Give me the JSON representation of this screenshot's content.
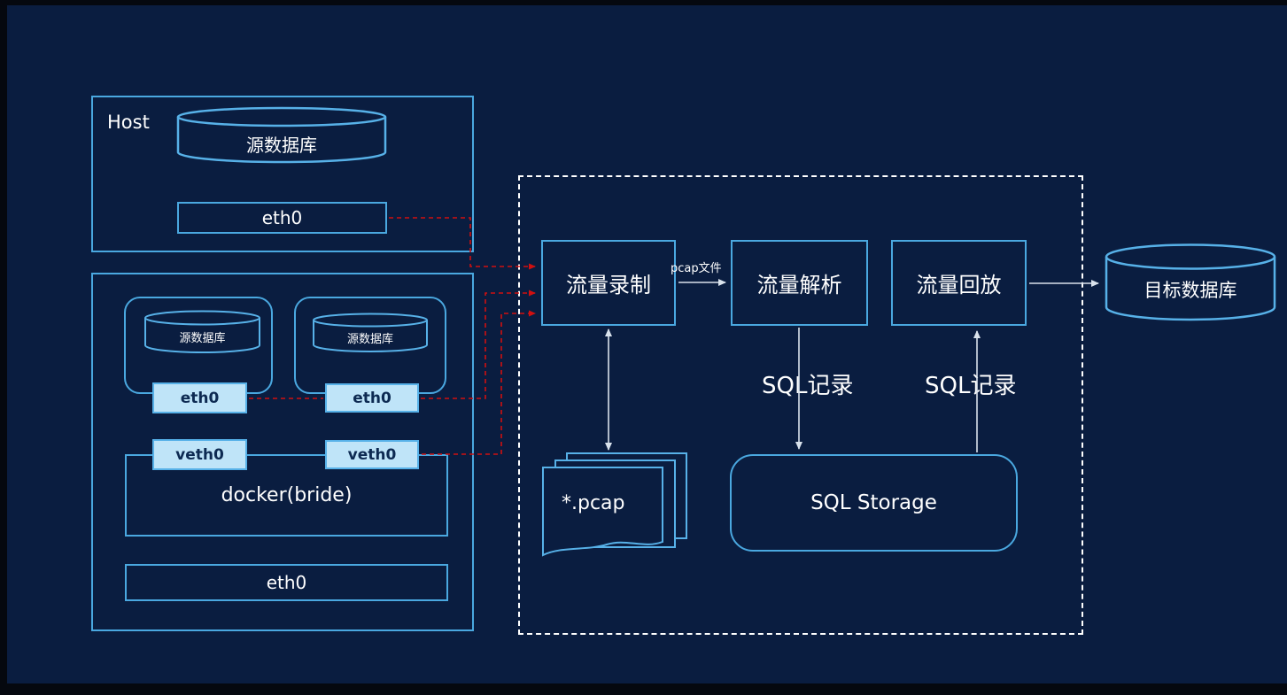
{
  "colors": {
    "background": "#0a1d40",
    "node_border": "#4aa8e0",
    "port_fill": "#bfe4f8",
    "port_text": "#0d2a52",
    "red_flow_arrow": "#d01010",
    "light_arrow": "#d9e2ec",
    "dashed_container_border": "#ffffff",
    "text": "#ffffff"
  },
  "host_group": {
    "title": "Host",
    "database": "源数据库",
    "eth0": "eth0"
  },
  "docker_group": {
    "left_container": {
      "database": "源数据库",
      "eth": "eth0",
      "veth": "veth0"
    },
    "right_container": {
      "database": "源数据库",
      "eth": "eth0",
      "veth": "veth0"
    },
    "bridge": "docker(bride)",
    "eth0": "eth0"
  },
  "pipeline": {
    "record": "流量录制",
    "parse": "流量解析",
    "replay": "流量回放",
    "pcap_file_arrow_label": "pcap文件",
    "sql_record_left": "SQL记录",
    "sql_record_right": "SQL记录",
    "pcap_document": "*.pcap",
    "sql_storage": "SQL Storage"
  },
  "target_database": "目标数据库",
  "arrows": [
    {
      "from": "host-eth0",
      "to": "traffic-record",
      "style": "red-dashed"
    },
    {
      "from": "container-eth0",
      "to": "traffic-record",
      "style": "red-dashed"
    },
    {
      "from": "container-veth0",
      "to": "traffic-record",
      "style": "red-dashed"
    },
    {
      "from": "traffic-record",
      "to": "traffic-parse",
      "label": "pcap文件"
    },
    {
      "from": "traffic-record",
      "to": "pcap-files",
      "style": "double"
    },
    {
      "from": "traffic-parse",
      "to": "sql-storage",
      "label": "SQL记录"
    },
    {
      "from": "sql-storage",
      "to": "traffic-replay",
      "label": "SQL记录"
    },
    {
      "from": "traffic-replay",
      "to": "target-database"
    }
  ]
}
